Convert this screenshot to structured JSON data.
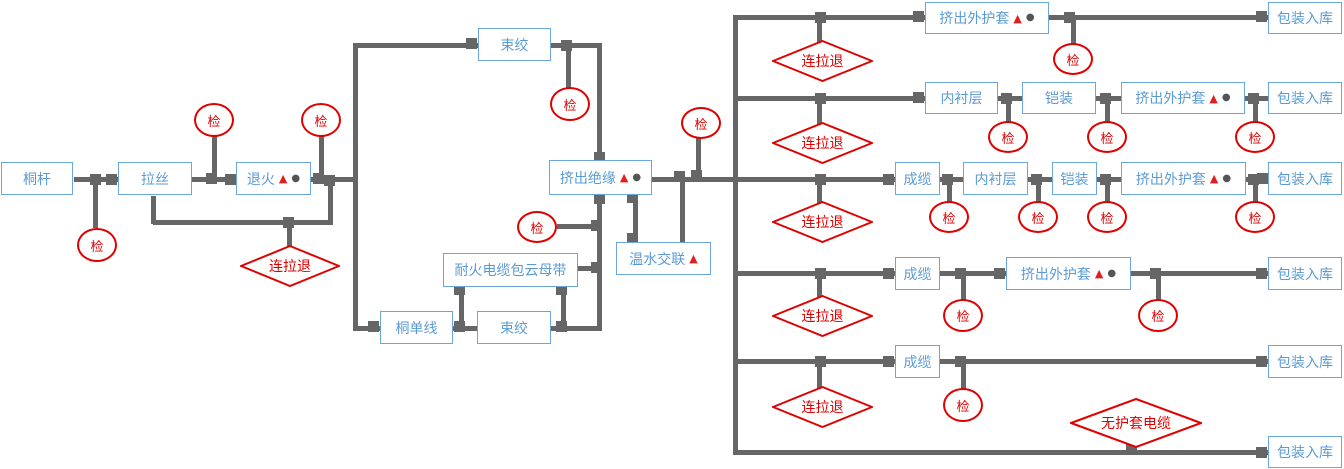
{
  "diagram": {
    "type": "process-flow",
    "colors": {
      "box_border": "#6aa5dc",
      "box_text": "#5b9bd5",
      "connector_line": "#666666",
      "inspection_red": "#e00000",
      "marker_triangle_red": "#e02020",
      "marker_dot_gray": "#555555",
      "background": "#ffffff"
    },
    "labels": {
      "copper_rod": "桐杆",
      "wire_drawing": "拉丝",
      "annealing": "退火",
      "bunching": "束绞",
      "copper_single_wire": "桐单线",
      "fire_cable_mica_tape": "耐火电缆包云母带",
      "insulation_extrusion": "挤出绝缘",
      "warm_water_crosslinking": "温水交联",
      "inspection": "检",
      "continuous_draw_anneal": "连拉退",
      "cabling": "成缆",
      "inner_lining": "内衬层",
      "armoring": "铠装",
      "outer_sheath_extrusion": "挤出外护套",
      "packaging_storage": "包装入库",
      "unsheathed_cable": "无护套电缆",
      "marker_triangle": "▲",
      "marker_dot": "●"
    }
  }
}
